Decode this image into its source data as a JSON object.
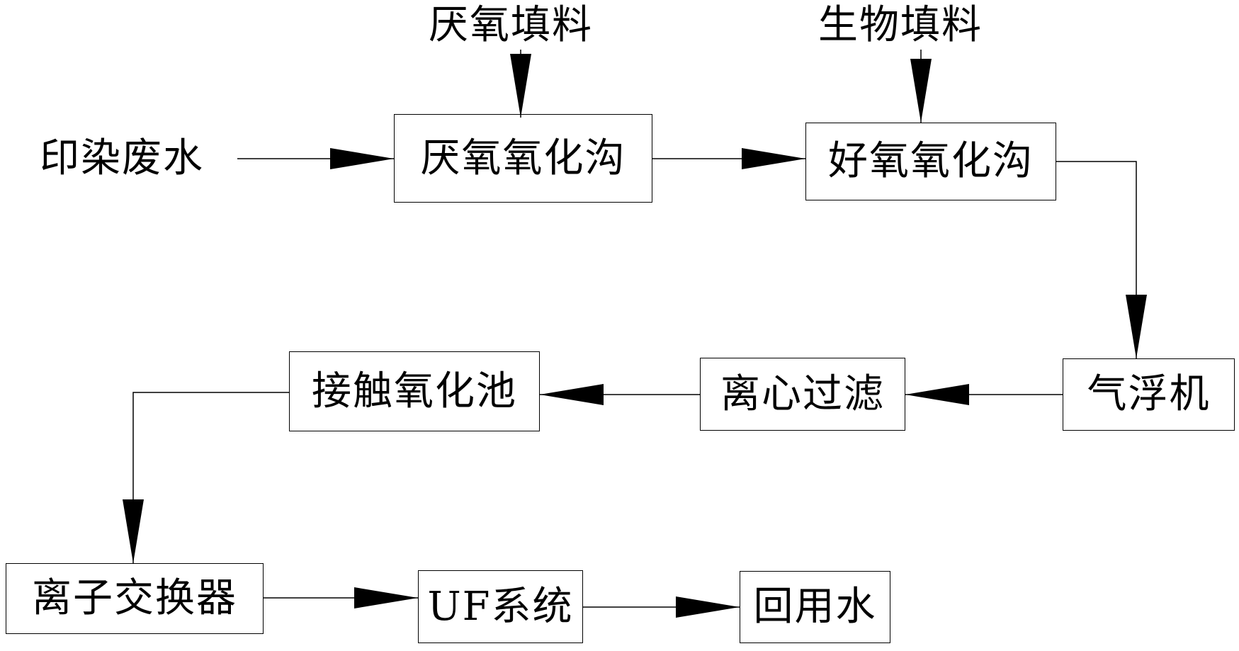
{
  "diagram": {
    "inputs": {
      "wastewater": "印染废水",
      "anaerobic_filler": "厌氧填料",
      "bio_filler": "生物填料"
    },
    "nodes": {
      "anaerobic_ditch": "厌氧氧化沟",
      "aerobic_ditch": "好氧氧化沟",
      "air_flotation": "气浮机",
      "centrifugal_filter": "离心过滤",
      "contact_oxidation": "接触氧化池",
      "ion_exchanger": "离子交换器",
      "uf_system": "UF系统",
      "reuse_water": "回用水"
    },
    "colors": {
      "stroke": "#000000",
      "background": "#ffffff"
    }
  }
}
